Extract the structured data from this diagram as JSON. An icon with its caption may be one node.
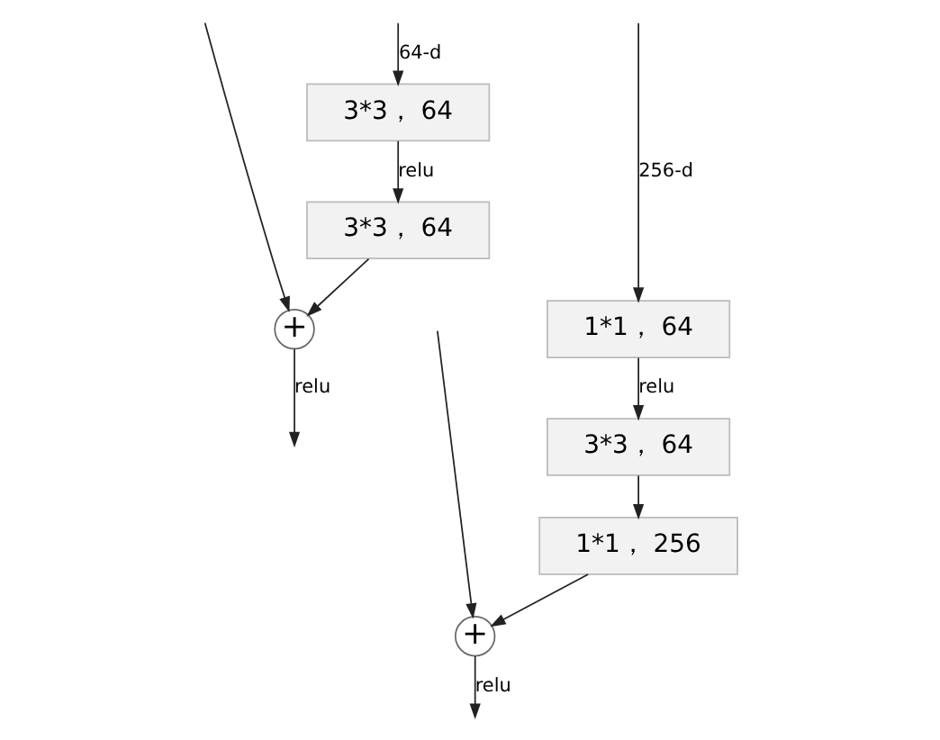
{
  "diagram": {
    "nodes": [
      {
        "text": [
          "3*3， 64"
        ]
      },
      {
        "text": [
          "3*3， 64"
        ]
      },
      {
        "text": [
          "+"
        ]
      },
      {
        "text": [
          "1*1， 64"
        ]
      },
      {
        "text": [
          "3*3， 64"
        ]
      },
      {
        "text": [
          "1*1， 256"
        ]
      },
      {
        "text": [
          "+"
        ]
      }
    ],
    "edges": [
      {
        "from": null,
        "to": 0,
        "arrow": "to",
        "label": "64-d"
      },
      {
        "from": 0,
        "to": 1,
        "arrow": "to",
        "label": "relu"
      },
      {
        "from": 1,
        "to": 2,
        "arrow": "to"
      },
      {
        "from": null,
        "to": 2,
        "arrow": "to"
      },
      {
        "from": 2,
        "to": null,
        "arrow": "to",
        "label": "relu"
      },
      {
        "from": null,
        "to": 3,
        "arrow": "to",
        "label": "256-d"
      },
      {
        "from": 3,
        "to": 4,
        "arrow": "to",
        "label": "relu"
      },
      {
        "from": 4,
        "to": 5,
        "arrow": "to"
      },
      {
        "from": 5,
        "to": 6,
        "arrow": "to"
      },
      {
        "from": null,
        "to": 6,
        "arrow": "to"
      },
      {
        "from": 6,
        "to": null,
        "arrow": "to",
        "label": "relu"
      }
    ]
  }
}
